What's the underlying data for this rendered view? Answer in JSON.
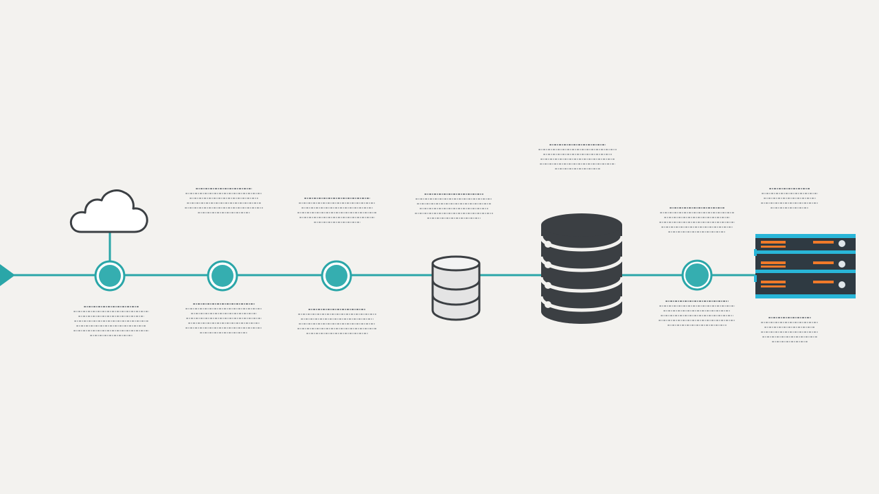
{
  "diagram": {
    "type": "timeline-infrastructure-flow",
    "colors": {
      "background": "#f3f2ef",
      "accent_teal": "#2aa6a8",
      "node_fill": "#35aeb0",
      "icon_dark": "#3b3f43",
      "server_blue": "#29b6d8",
      "server_orange": "#f07a2a",
      "text_placeholder": "#8a8f94"
    },
    "nodes": [
      {
        "id": "node-1",
        "kind": "circle",
        "icon_above": "cloud-icon"
      },
      {
        "id": "node-2",
        "kind": "circle"
      },
      {
        "id": "node-3",
        "kind": "circle"
      },
      {
        "id": "node-4",
        "kind": "database-small",
        "icon": "database-icon"
      },
      {
        "id": "node-5",
        "kind": "database-large",
        "icon": "database-stack-icon"
      },
      {
        "id": "node-6",
        "kind": "circle"
      },
      {
        "id": "node-7",
        "kind": "server-rack",
        "icon": "server-rack-icon"
      }
    ],
    "start_marker": "arrow-right-icon"
  }
}
